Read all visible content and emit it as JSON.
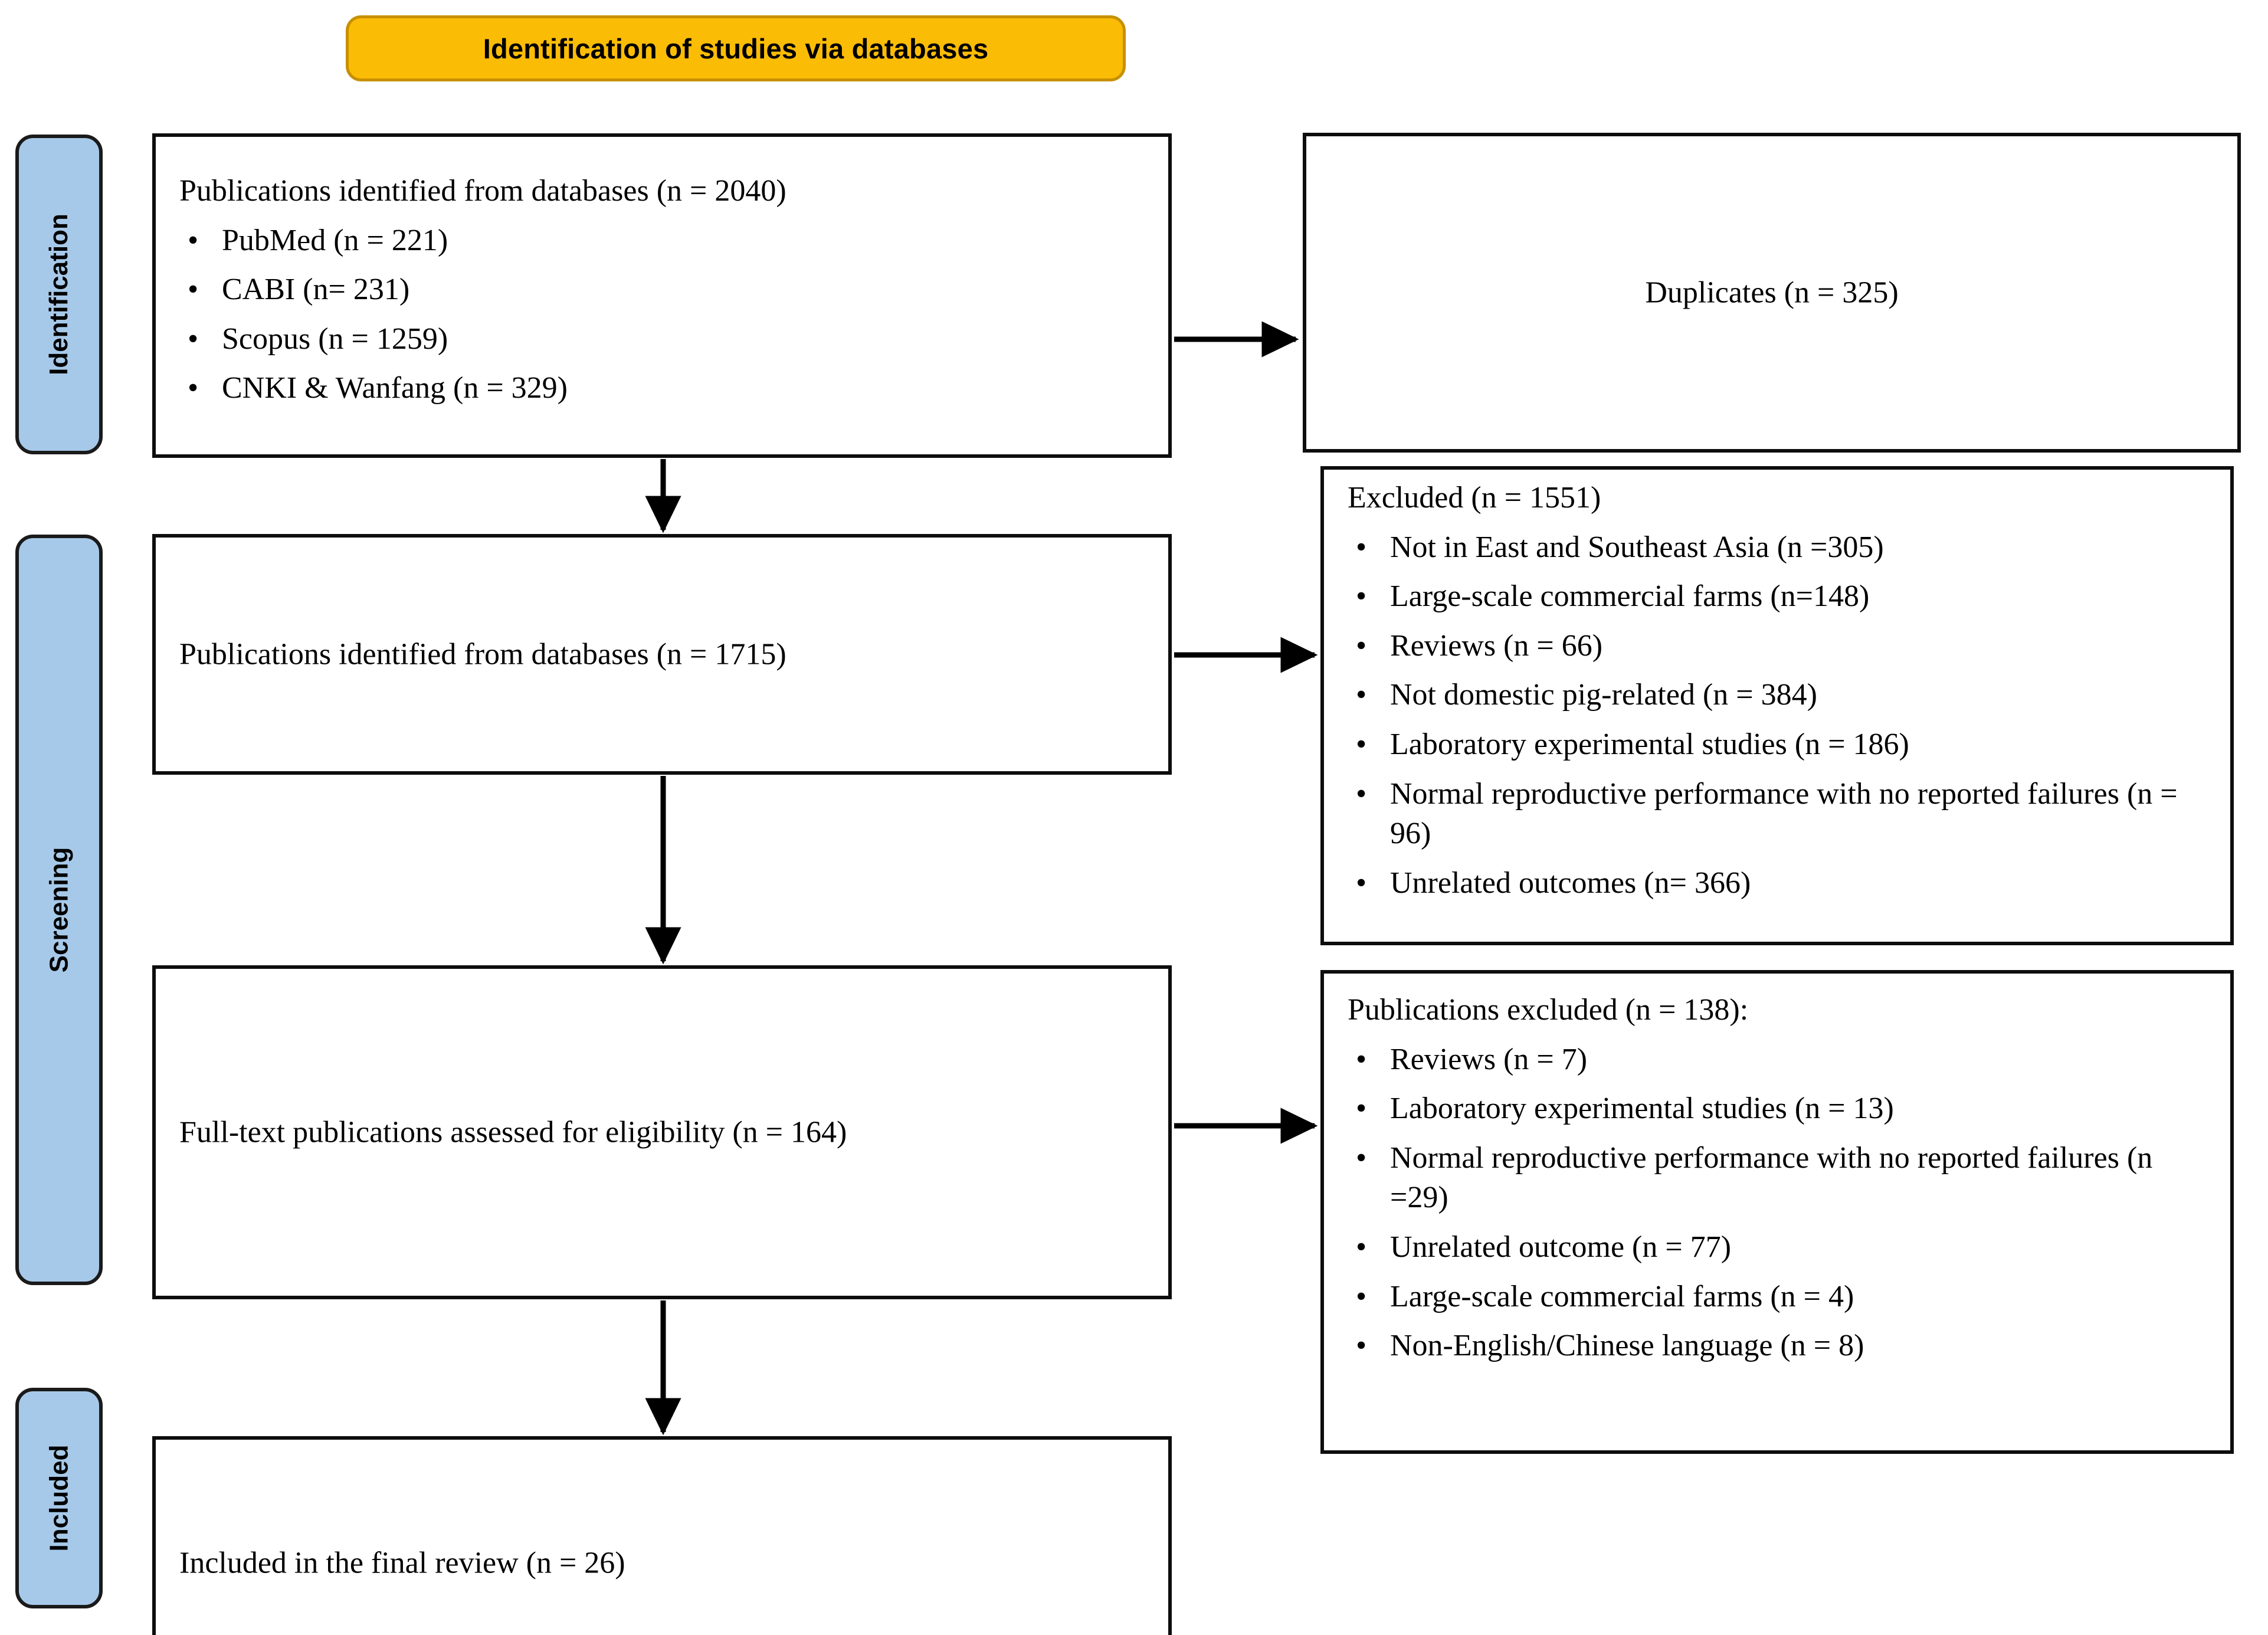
{
  "banner": {
    "title": "Identification of studies via databases",
    "fill_color": "#FBBC06",
    "border_color": "#C79000"
  },
  "stages": [
    {
      "label": "Identification",
      "fill_color": "#A7C9E9"
    },
    {
      "label": "Screening",
      "fill_color": "#A7C9E9"
    },
    {
      "label": "Included",
      "fill_color": "#A7C9E9"
    }
  ],
  "boxes": {
    "identified": {
      "title": "Publications identified from databases (n = 2040)",
      "bullets": [
        "PubMed (n = 221)",
        "CABI (n= 231)",
        "Scopus  (n = 1259)",
        "CNKI & Wanfang (n = 329)"
      ]
    },
    "duplicates": {
      "title": "Duplicates (n = 325)"
    },
    "deduped": {
      "title": "Publications identified from databases (n = 1715)"
    },
    "excluded": {
      "title": "Excluded (n = 1551)",
      "bullets": [
        "Not in East and Southeast Asia (n =305)",
        "Large-scale commercial farms (n=148)",
        "Reviews (n = 66)",
        "Not domestic pig-related (n = 384)",
        "Laboratory experimental studies (n = 186)",
        "Normal reproductive performance with no reported failures (n = 96)",
        "Unrelated outcomes (n= 366)"
      ]
    },
    "fulltext": {
      "title": "Full-text publications assessed for eligibility (n = 164)"
    },
    "pub_excluded": {
      "title": "Publications excluded (n = 138):",
      "bullets": [
        "Reviews (n = 7)",
        "Laboratory experimental studies (n = 13)",
        "Normal reproductive performance with no reported failures (n =29)",
        "Unrelated outcome (n = 77)",
        "Large-scale commercial farms (n = 4)",
        "Non-English/Chinese language (n = 8)"
      ]
    },
    "included": {
      "title": "Included in the final review  (n = 26)"
    }
  },
  "bullet_glyph": "•",
  "colors": {
    "box_border": "#0d0d0d",
    "connector": "#000000",
    "page_background": "#ffffff"
  }
}
